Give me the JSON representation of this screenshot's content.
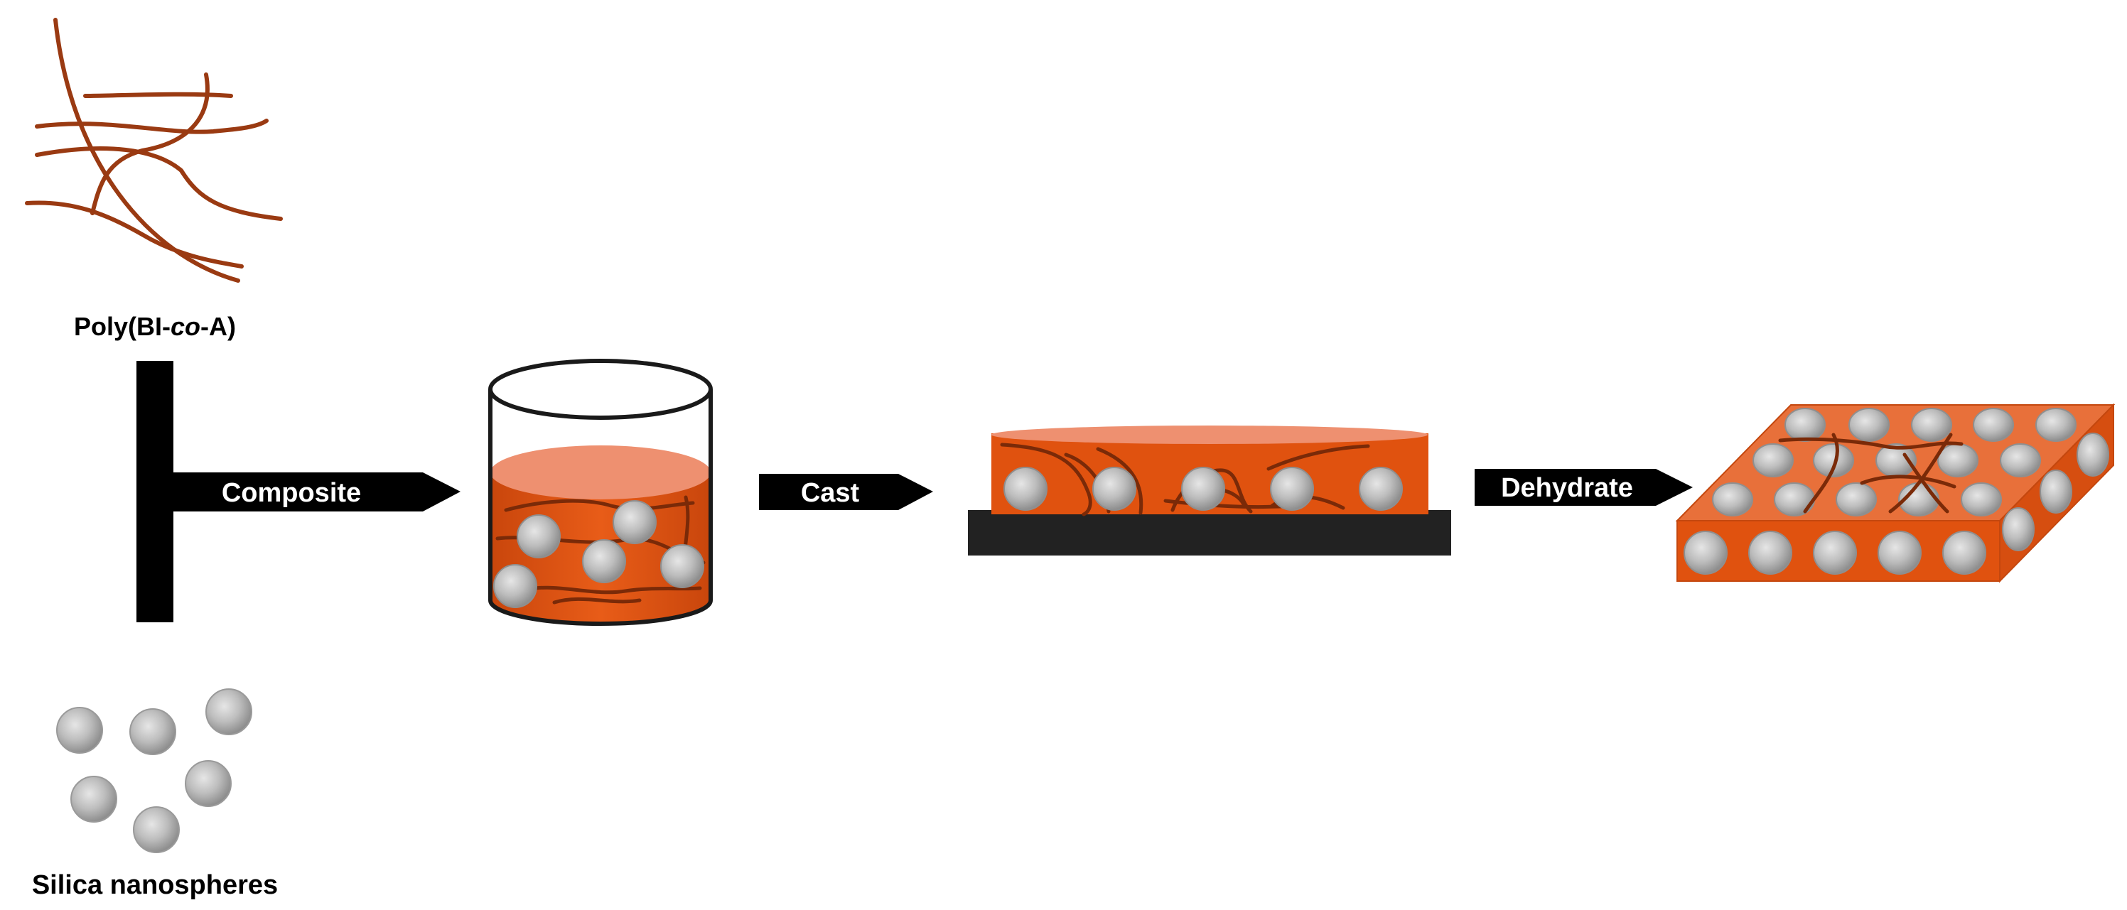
{
  "labels": {
    "polymer_prefix": "Poly(BI-",
    "polymer_italic": "co",
    "polymer_suffix": "-A)",
    "silica": "Silica nanospheres",
    "step_composite": "Composite",
    "step_cast": "Cast",
    "step_dehydrate": "Dehydrate"
  },
  "colors": {
    "polymer_strand": "#9a3a12",
    "composite_orange": "#e0520f",
    "liquid_surface": "#ee9070",
    "film_top": "#e8703a",
    "arrow_black": "#000000",
    "substrate": "#222222",
    "sphere_gray": "#a9a9a9"
  },
  "icons": [
    "polymer-network-icon",
    "silica-sphere-icon",
    "beaker-icon",
    "cast-film-icon",
    "membrane-slab-icon"
  ]
}
